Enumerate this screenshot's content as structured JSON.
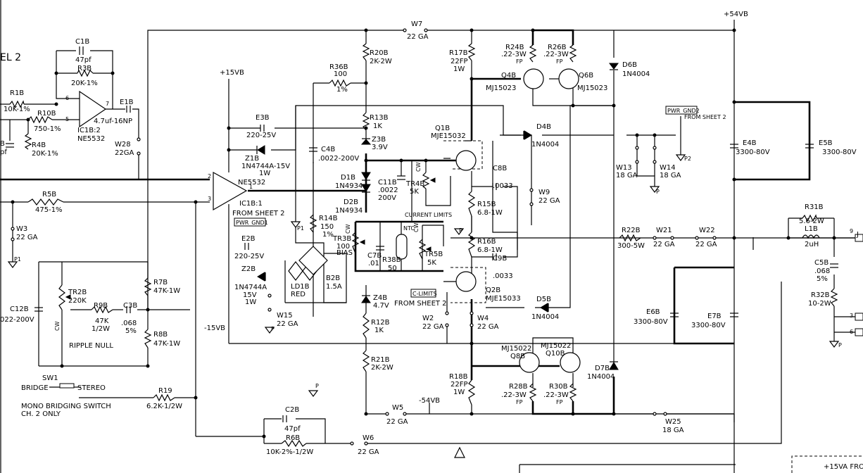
{
  "sheet": {
    "channel_label": "EL 2",
    "rail_pos_main": "+54VB",
    "rail_pos_op": "+15VB",
    "rail_neg_op": "-15VB",
    "rail_neg_main": "-54VB",
    "supply_note": "+15VA FRO"
  },
  "opamps": [
    {
      "ref": "IC1B:2",
      "part": "NE5532"
    },
    {
      "ref": "IC1B:1",
      "part": "NE5532"
    }
  ],
  "labels": {
    "from_sheet_2": "FROM SHEET 2",
    "from_sheet_2_b": "FROM SHEET 2",
    "from_sheet_2_c": "FROM SHEET 2",
    "pwr_gnd1": "PWR_GND1",
    "pwr_gnd2": "PWR_GND2",
    "c_limits": "C-LIMITS",
    "current_limits": "CURRENT LIMITS",
    "ripple_null": "RIPPLE NULL",
    "bias": "BIAS",
    "ntc": "NTC",
    "mono_bridging": "MONO BRIDGING SWITCH",
    "ch2_only": "CH. 2 ONLY",
    "bridge": "BRIDGE",
    "stereo": "STEREO",
    "sw1": "SW1",
    "cw": "CW",
    "p": "P",
    "p1": "P1",
    "p2": "P2"
  },
  "components": {
    "C1B": {
      "ref": "C1B",
      "value": "47pf"
    },
    "R3B": {
      "ref": "R3B",
      "value": "20K-1%"
    },
    "R1B": {
      "ref": "R1B",
      "value": "10K-1%"
    },
    "R10B": {
      "ref": "R10B",
      "value": "750-1%"
    },
    "R4B": {
      "ref": "R4B",
      "value": "20K-1%"
    },
    "E1B": {
      "ref": "E1B",
      "value": "4.7uf-16NP"
    },
    "W28": {
      "ref": "W28",
      "value": "22GA"
    },
    "W7": {
      "ref": "W7",
      "value": "22 GA"
    },
    "R36B": {
      "ref": "R36B",
      "value": "100",
      "tol": "1%"
    },
    "E3B": {
      "ref": "E3B",
      "value": "220-25V"
    },
    "Z1B": {
      "ref": "Z1B",
      "value": "1N4744A-15V",
      "power": "1W"
    },
    "C4B": {
      "ref": "C4B",
      "value": ".0022-200V"
    },
    "R20B": {
      "ref": "R20B",
      "value": "2K-2W"
    },
    "R13B": {
      "ref": "R13B",
      "value": "1K"
    },
    "Z3B": {
      "ref": "Z3B",
      "value": "3.9V"
    },
    "D1B": {
      "ref": "D1B",
      "value": "1N4934"
    },
    "D2B": {
      "ref": "D2B",
      "value": "1N4934"
    },
    "C11B": {
      "ref": "C11B",
      "value": ".0022",
      "voltage": "200V"
    },
    "TR4B": {
      "ref": "TR4B",
      "value": "5K"
    },
    "Q1B": {
      "ref": "Q1B",
      "value": "MJE15032"
    },
    "R17B": {
      "ref": "R17B",
      "value": "22FP",
      "power": "1W"
    },
    "R24B": {
      "ref": "R24B",
      "value": ".22-3W",
      "note": "FP"
    },
    "R26B": {
      "ref": "R26B",
      "value": ".22-3W",
      "note": "FP"
    },
    "Q4B": {
      "ref": "Q4B",
      "value": "MJ15023"
    },
    "Q6B": {
      "ref": "Q6B",
      "value": "MJ15023"
    },
    "D6B": {
      "ref": "D6B",
      "value": "1N4004"
    },
    "D4B": {
      "ref": "D4B",
      "value": "1N4004"
    },
    "C8B": {
      "ref": "C8B",
      "value": ".0033"
    },
    "W9": {
      "ref": "W9",
      "value": "22 GA"
    },
    "R15B": {
      "ref": "R15B",
      "value": "6.8-1W"
    },
    "R16B": {
      "ref": "R16B",
      "value": "6.8-1W"
    },
    "C9B": {
      "ref": "C9B",
      "value": ".0033"
    },
    "Q2B": {
      "ref": "Q2B",
      "value": "MJE15033"
    },
    "R5B": {
      "ref": "R5B",
      "value": "475-1%"
    },
    "W3": {
      "ref": "W3",
      "value": "22 GA"
    },
    "E2B": {
      "ref": "E2B",
      "value": "220-25V"
    },
    "Z2B": {
      "ref": "Z2B",
      "value": "1N4744A",
      "voltage": "15V",
      "power": "1W"
    },
    "W15": {
      "ref": "W15",
      "value": "22 GA"
    },
    "R14B": {
      "ref": "R14B",
      "value": "150",
      "tol": "1%"
    },
    "LD1B": {
      "ref": "LD1B",
      "value": "RED"
    },
    "B2B": {
      "ref": "B2B",
      "value": "1.5A"
    },
    "TR3B": {
      "ref": "TR3B",
      "value": "100"
    },
    "C7B": {
      "ref": "C7B",
      "value": ".01"
    },
    "R38B": {
      "ref": "R38B",
      "value": "50"
    },
    "TR5B": {
      "ref": "TR5B",
      "value": "5K"
    },
    "Z4B": {
      "ref": "Z4B",
      "value": "4.7V"
    },
    "R12B": {
      "ref": "R12B",
      "value": "1K"
    },
    "R21B": {
      "ref": "R21B",
      "value": "2K-2W"
    },
    "W2": {
      "ref": "W2",
      "value": "22 GA"
    },
    "W4": {
      "ref": "W4",
      "value": "22 GA"
    },
    "D5B": {
      "ref": "D5B",
      "value": "1N4004"
    },
    "R18B": {
      "ref": "R18B",
      "value": "22FP",
      "power": "1W"
    },
    "Q8B": {
      "ref": "Q8B",
      "value": "MJ15022"
    },
    "Q10B": {
      "ref": "Q10B",
      "value": "MJ15022"
    },
    "R28B": {
      "ref": "R28B",
      "value": ".22-3W",
      "note": "FP"
    },
    "R30B": {
      "ref": "R30B",
      "value": ".22-3W",
      "note": "FP"
    },
    "D7B": {
      "ref": "D7B",
      "value": "1N4004"
    },
    "W5": {
      "ref": "W5",
      "value": "22 GA"
    },
    "W25": {
      "ref": "W25",
      "value": "18 GA"
    },
    "C12B": {
      "ref": "C12B",
      "value": "022-200V"
    },
    "TR2B": {
      "ref": "TR2B",
      "value": "220K"
    },
    "R9B": {
      "ref": "R9B",
      "value": "47K",
      "power": "1/2W"
    },
    "C3B": {
      "ref": "C3B",
      "value": ".068",
      "tol": "5%"
    },
    "R7B": {
      "ref": "R7B",
      "value": "47K-1W"
    },
    "R8B": {
      "ref": "R8B",
      "value": "47K-1W"
    },
    "R19": {
      "ref": "R19",
      "value": "6.2K-1/2W"
    },
    "C2B": {
      "ref": "C2B",
      "value": "47pf"
    },
    "R6B": {
      "ref": "R6B",
      "value": "10K-2%-1/2W"
    },
    "W6": {
      "ref": "W6",
      "value": "22 GA"
    },
    "W13": {
      "ref": "W13",
      "value": "18 GA"
    },
    "W14": {
      "ref": "W14",
      "value": "18 GA"
    },
    "E4B": {
      "ref": "E4B",
      "value": "3300-80V"
    },
    "E5B": {
      "ref": "E5B",
      "value": "3300-80V"
    },
    "R22B": {
      "ref": "R22B",
      "value": "300-5W"
    },
    "W21": {
      "ref": "W21",
      "value": "22 GA"
    },
    "W22": {
      "ref": "W22",
      "value": "22 GA"
    },
    "R31B": {
      "ref": "R31B",
      "value": "5.6-2W"
    },
    "L1B": {
      "ref": "L1B",
      "value": "2uH"
    },
    "C5B": {
      "ref": "C5B",
      "value": ".068",
      "tol": "5%"
    },
    "R32B": {
      "ref": "R32B",
      "value": "10-2W"
    },
    "E6B": {
      "ref": "E6B",
      "value": "3300-80V"
    },
    "E7B": {
      "ref": "E7B",
      "value": "3300-80V"
    },
    "C10B": {
      "ref": "B",
      "value": "pf"
    }
  },
  "pins": {
    "p1": "1",
    "p2": "2",
    "p3": "3",
    "p5": "5",
    "p6": "6",
    "p7": "7",
    "pj": "J",
    "p9": "9",
    "p3r": "3",
    "p6r": "6"
  }
}
